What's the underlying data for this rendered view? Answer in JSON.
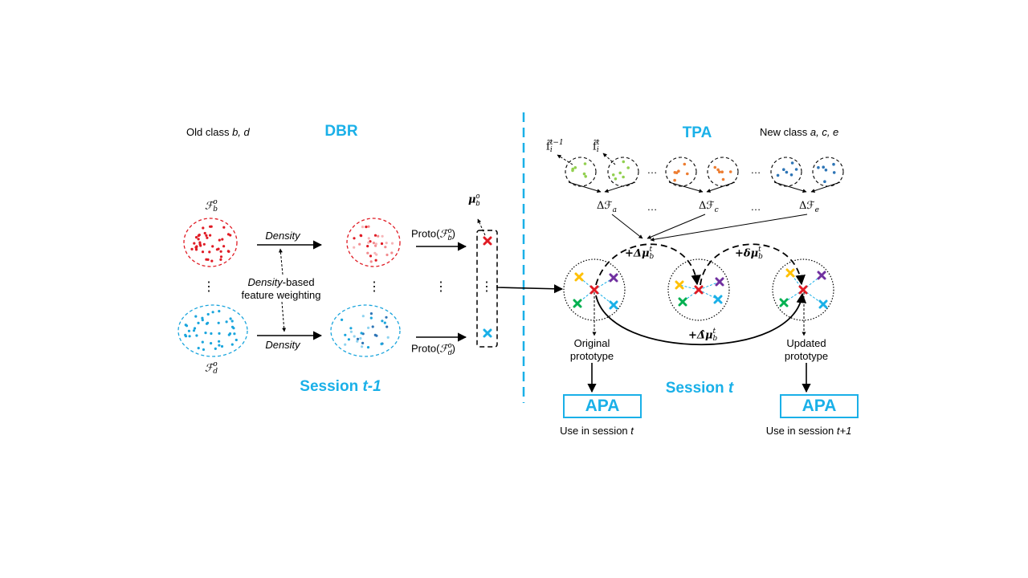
{
  "left": {
    "old_class_prefix": "Old class ",
    "old_class_vars": "b, d",
    "title": "DBR",
    "density_top": "Density",
    "density_bottom": "Density",
    "weighting_italic": "Density",
    "weighting_rest": "-based",
    "weighting_line2": "feature weighting",
    "proto_label": "Proto(",
    "proto_close": ")",
    "vdots": "⋮",
    "session_prefix": "Session ",
    "session_suffix": "t-1",
    "F_symbol": "ℱ",
    "F_b_sub": "b",
    "F_d_sub": "d",
    "F_sup": "o",
    "mu_symbol": "μ",
    "mu_sub": "b",
    "mu_sup": "o"
  },
  "right": {
    "title": "TPA",
    "new_class_prefix": "New class ",
    "new_class_vars": "a, c, e",
    "f_symbol": "f̃",
    "f_sub": "i",
    "f_sup_prev": "t−1",
    "f_sup_cur": "t",
    "delta_F": "Δℱ",
    "delta_subs": [
      "a",
      "c",
      "e"
    ],
    "dots": "…",
    "plus_delta_mu": "+Δμ",
    "plus_small_delta_mu": "+δμ",
    "plus_hat_delta_mu": "+Δ̂μ",
    "mu_sub": "b",
    "mu_sup": "t",
    "original_prototype_line1": "Original",
    "original_prototype_line2": "prototype",
    "updated_prototype_line1": "Updated",
    "updated_prototype_line2": "prototype",
    "session_prefix": "Session ",
    "session_suffix": "t",
    "apa_label_1": "APA",
    "apa_label_2": "APA",
    "use_session_1_prefix": "Use in session ",
    "use_session_1_var": "t",
    "use_session_2_prefix": "Use in session ",
    "use_session_2_var": "t+1"
  },
  "colors": {
    "accent": "#1ab0e8",
    "red": "#e01b24",
    "blue": "#1aa5dd",
    "green_dots": "#92d050",
    "orange_dots": "#ed7d31",
    "darkblue_dots": "#2e75b6",
    "yellow_cross": "#ffc000",
    "purple_cross": "#7030a0",
    "green_cross": "#00b050",
    "lightblue_cross": "#1ab0e8"
  }
}
